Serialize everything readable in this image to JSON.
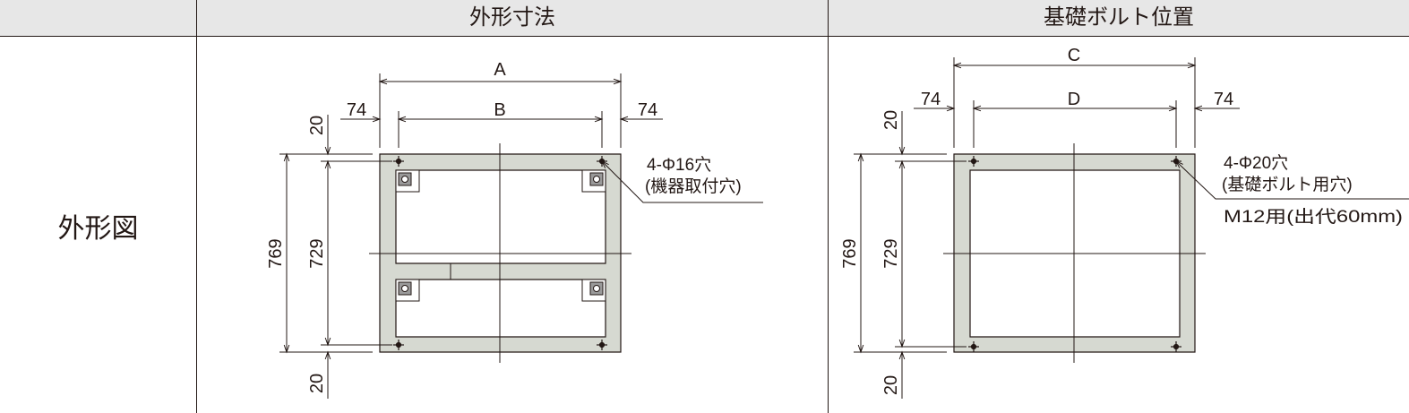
{
  "table": {
    "col_outer": "外形寸法",
    "col_bolt": "基礎ボルト位置",
    "row_label": "外形図"
  },
  "outer": {
    "dim_A": "A",
    "dim_B": "B",
    "dim_74_left": "74",
    "dim_74_right": "74",
    "dim_20_top": "20",
    "dim_20_bottom": "20",
    "dim_769": "769",
    "dim_729": "729",
    "hole_note_1": "4-Φ16穴",
    "hole_note_2": "(機器取付穴)"
  },
  "bolt": {
    "dim_C": "C",
    "dim_D": "D",
    "dim_74_left": "74",
    "dim_74_right": "74",
    "dim_20_top": "20",
    "dim_20_bottom": "20",
    "dim_769": "769",
    "dim_729": "729",
    "hole_note_1": "4-Φ20穴",
    "hole_note_2": "(基礎ボルト用穴)",
    "hole_note_3": "M12用(出代60mm)"
  },
  "colors": {
    "frame_fill": "#d6d9d1",
    "line": "#231815",
    "header_bg": "#e7e7e7"
  }
}
